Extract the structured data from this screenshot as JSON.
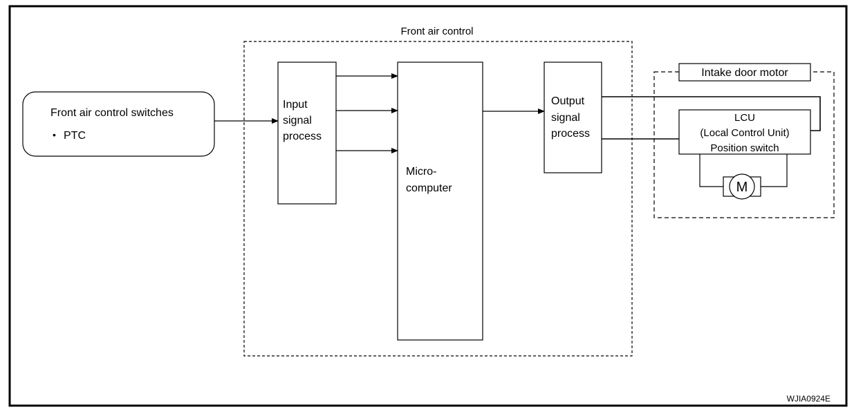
{
  "diagram": {
    "front_air_control_title": "Front air control",
    "switches": {
      "title": "Front air control switches",
      "bullet": "•",
      "item": "PTC"
    },
    "input_block": {
      "line1": "Input",
      "line2": "signal",
      "line3": "process"
    },
    "microcomputer": {
      "line1": "Micro-",
      "line2": "computer"
    },
    "output_block": {
      "line1": "Output",
      "line2": "signal",
      "line3": "process"
    },
    "intake_door_motor_title": "Intake door motor",
    "lcu": {
      "line1": "LCU",
      "line2": "(Local Control Unit)",
      "line3": "Position switch"
    },
    "motor_label": "M",
    "figure_code": "WJIA0924E"
  }
}
